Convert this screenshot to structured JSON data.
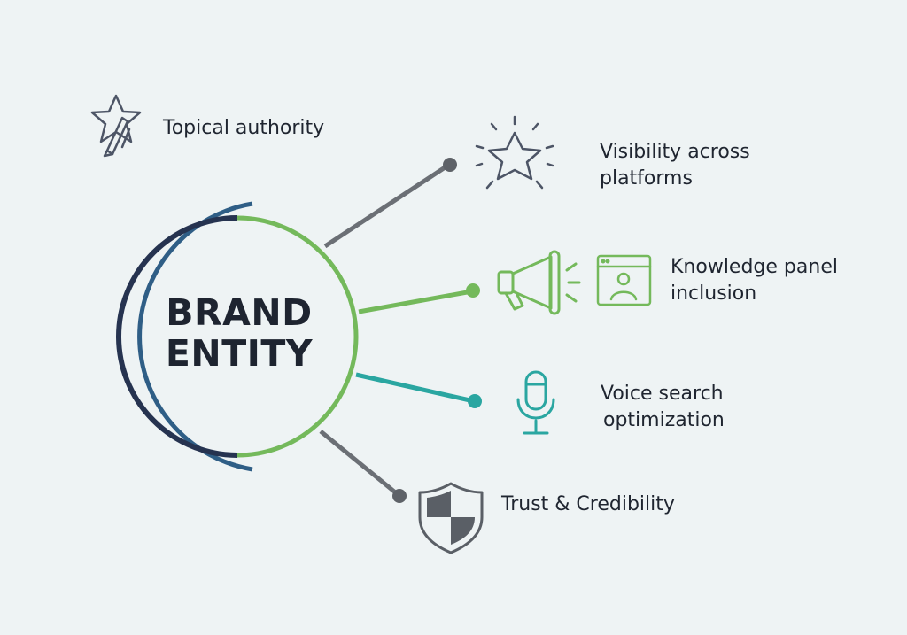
{
  "center": {
    "line1": "BRAND",
    "line2": "ENTITY"
  },
  "items": [
    {
      "id": "topical",
      "lines": [
        "Topical authority"
      ],
      "icon": "star-pen-icon"
    },
    {
      "id": "visibility",
      "lines": [
        "Visibility across",
        "platforms"
      ],
      "icon": "sparkle-star-icon"
    },
    {
      "id": "knowledge",
      "lines": [
        "Knowledge panel",
        "inclusion"
      ],
      "icon": "profile-panel-icon"
    },
    {
      "id": "voice",
      "lines": [
        "Voice search",
        "optimization"
      ],
      "icon": "microphone-icon"
    },
    {
      "id": "trust",
      "lines": [
        "Trust & Credibility"
      ],
      "icon": "shield-icon"
    }
  ],
  "colors": {
    "background": "#eef3f4",
    "green": "#74b95b",
    "navy": "#2b3a5a",
    "blue": "#2f5e86",
    "teal": "#2aa6a1",
    "gray": "#6b6f75",
    "text": "#1f2530"
  }
}
